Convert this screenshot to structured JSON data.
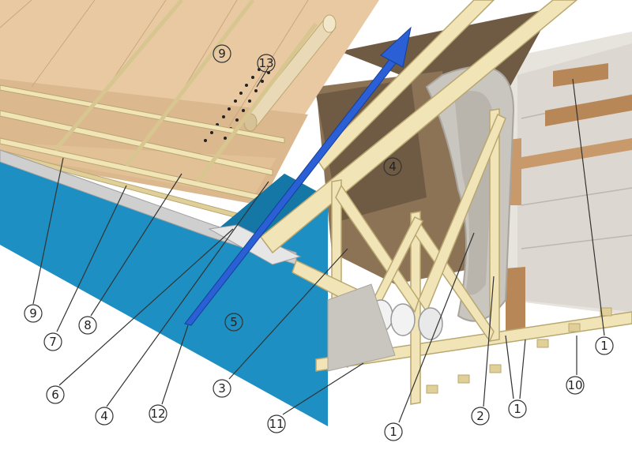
{
  "diagram": {
    "palette": {
      "background": "#ffffff",
      "deck": "#e9c9a2",
      "deck_shade": "#dbb88e",
      "timber": "#f1e4b6",
      "timber_edge": "#b9a770",
      "wall_dark": "#6f5a43",
      "wall_mid": "#8c7356",
      "insulation": "#c9c5bf",
      "insulation_dark": "#a9a49c",
      "membrane": "#1d8fc2",
      "membrane_dark": "#1477a6",
      "arrow": "#2a5fd6",
      "flashing": "#cfcfcf",
      "callout_line": "#333333"
    },
    "callouts": [
      {
        "id": "c9a",
        "number": "9"
      },
      {
        "id": "c13",
        "number": "13"
      },
      {
        "id": "c4a",
        "number": "4"
      },
      {
        "id": "c5",
        "number": "5"
      },
      {
        "id": "c9b",
        "number": "9"
      },
      {
        "id": "c7",
        "number": "7"
      },
      {
        "id": "c8",
        "number": "8"
      },
      {
        "id": "c6",
        "number": "6"
      },
      {
        "id": "c4b",
        "number": "4"
      },
      {
        "id": "c12",
        "number": "12"
      },
      {
        "id": "c3",
        "number": "3"
      },
      {
        "id": "c11",
        "number": "11"
      },
      {
        "id": "c1a",
        "number": "1"
      },
      {
        "id": "c2",
        "number": "2"
      },
      {
        "id": "c1b",
        "number": "1"
      },
      {
        "id": "c10",
        "number": "10"
      },
      {
        "id": "c1c",
        "number": "1"
      }
    ]
  }
}
